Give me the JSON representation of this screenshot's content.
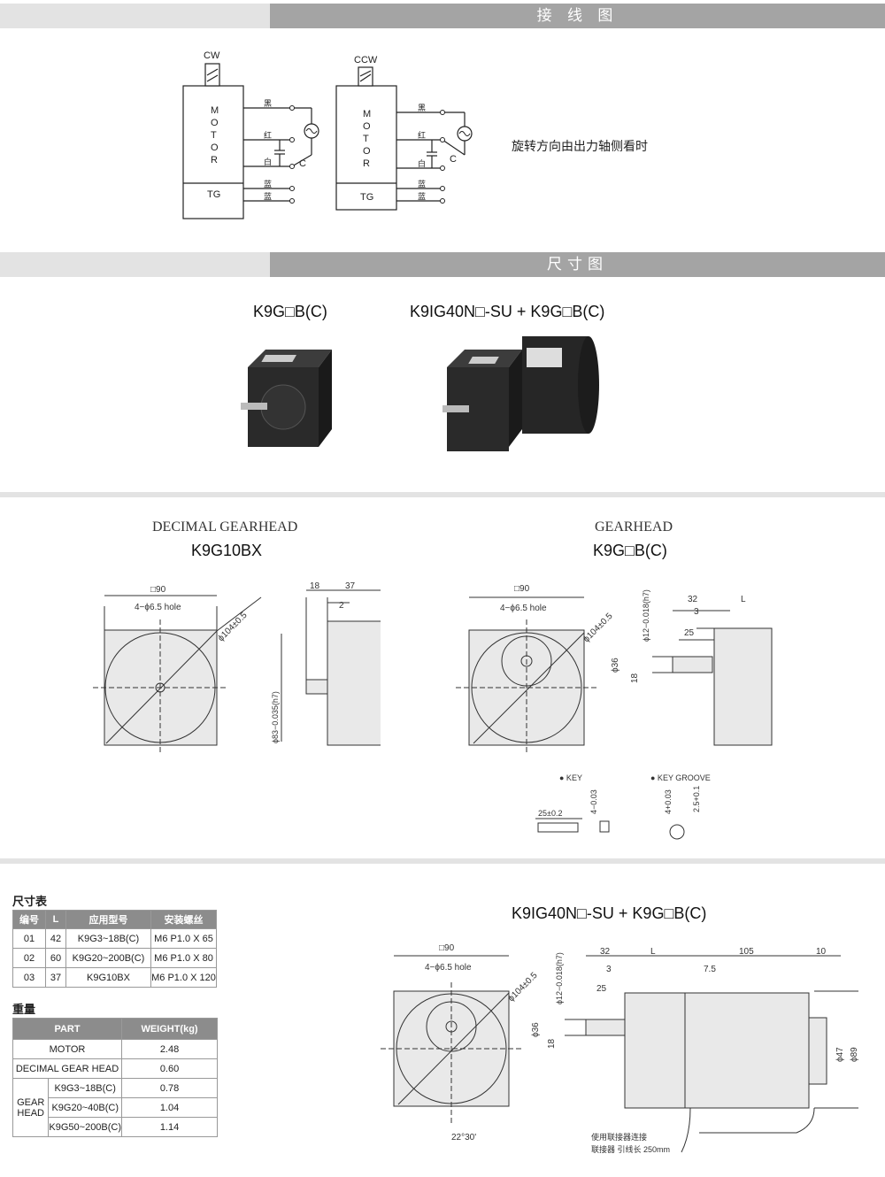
{
  "sections": {
    "wiring": "接 线 图",
    "dimensions": "尺寸图"
  },
  "wiring": {
    "cw": {
      "label": "CW",
      "motor": [
        "M",
        "O",
        "T",
        "O",
        "R"
      ],
      "tg": "TG",
      "wires": [
        "黑",
        "红",
        "白",
        "蓝",
        "蓝"
      ],
      "cap": "C"
    },
    "ccw": {
      "label": "CCW",
      "motor": [
        "M",
        "O",
        "T",
        "O",
        "R"
      ],
      "tg": "TG",
      "wires": [
        "黑",
        "红",
        "白",
        "蓝",
        "蓝"
      ],
      "cap": "C"
    },
    "note": "旋转方向由出力轴侧看时"
  },
  "photos": {
    "left_title": "K9G□B(C)",
    "right_title": "K9IG40N□-SU + K9G□B(C)"
  },
  "decimal": {
    "caption": "DECIMAL GEARHEAD",
    "model": "K9G10BX",
    "dims": {
      "sq": "□90",
      "holes": "4−ϕ6.5 hole",
      "dia": "ϕ104±0.5",
      "d18": "18",
      "d37": "37",
      "d2": "2",
      "shaft": "ϕ83−0.035(h7)"
    }
  },
  "gearhead": {
    "caption": "GEARHEAD",
    "model": "K9G□B(C)",
    "dims": {
      "sq": "□90",
      "holes": "4−ϕ6.5 hole",
      "dia": "ϕ104±0.5",
      "shaft": "ϕ12−0.018(h7)",
      "d32": "32",
      "dL": "L",
      "d3": "3",
      "d25": "25",
      "d36": "ϕ36",
      "d18": "18"
    },
    "key": {
      "label": "● KEY",
      "d1": "25±0.2",
      "d2": "4−0.03"
    },
    "groove": {
      "label": "● KEY GROOVE",
      "d1": "4+0.03",
      "d2": "2.5+0.1"
    }
  },
  "dim_table": {
    "title": "尺寸表",
    "headers": [
      "编号",
      "L",
      "应用型号",
      "安装螺丝"
    ],
    "rows": [
      [
        "01",
        "42",
        "K9G3~18B(C)",
        "M6 P1.0 X 65"
      ],
      [
        "02",
        "60",
        "K9G20~200B(C)",
        "M6 P1.0 X 80"
      ],
      [
        "03",
        "37",
        "K9G10BX",
        "M6 P1.0 X 120"
      ]
    ]
  },
  "weight_table": {
    "title": "重量",
    "headers": [
      "PART",
      "WEIGHT(kg)"
    ],
    "rows": [
      [
        "MOTOR",
        "",
        "2.48"
      ],
      [
        "DECIMAL GEAR HEAD",
        "",
        "0.60"
      ]
    ],
    "gear_label": "GEAR HEAD",
    "gear_rows": [
      [
        "K9G3~18B(C)",
        "0.78"
      ],
      [
        "K9G20~40B(C)",
        "1.04"
      ],
      [
        "K9G50~200B(C)",
        "1.14"
      ]
    ]
  },
  "combo": {
    "title": "K9IG40N□-SU + K9G□B(C)",
    "dims": {
      "sq": "□90",
      "holes": "4−ϕ6.5 hole",
      "dia": "ϕ104±0.5",
      "shaft": "ϕ12−0.018(h7)",
      "d32": "32",
      "dL": "L",
      "d105": "105",
      "d10": "10",
      "d3": "3",
      "d75": "7.5",
      "d25": "25",
      "d36": "ϕ36",
      "d18": "18",
      "d47": "ϕ47",
      "d89": "ϕ89",
      "angle": "22°30'"
    },
    "note1": "使用联接器连接",
    "note2": "联接器 引线长 250mm"
  }
}
